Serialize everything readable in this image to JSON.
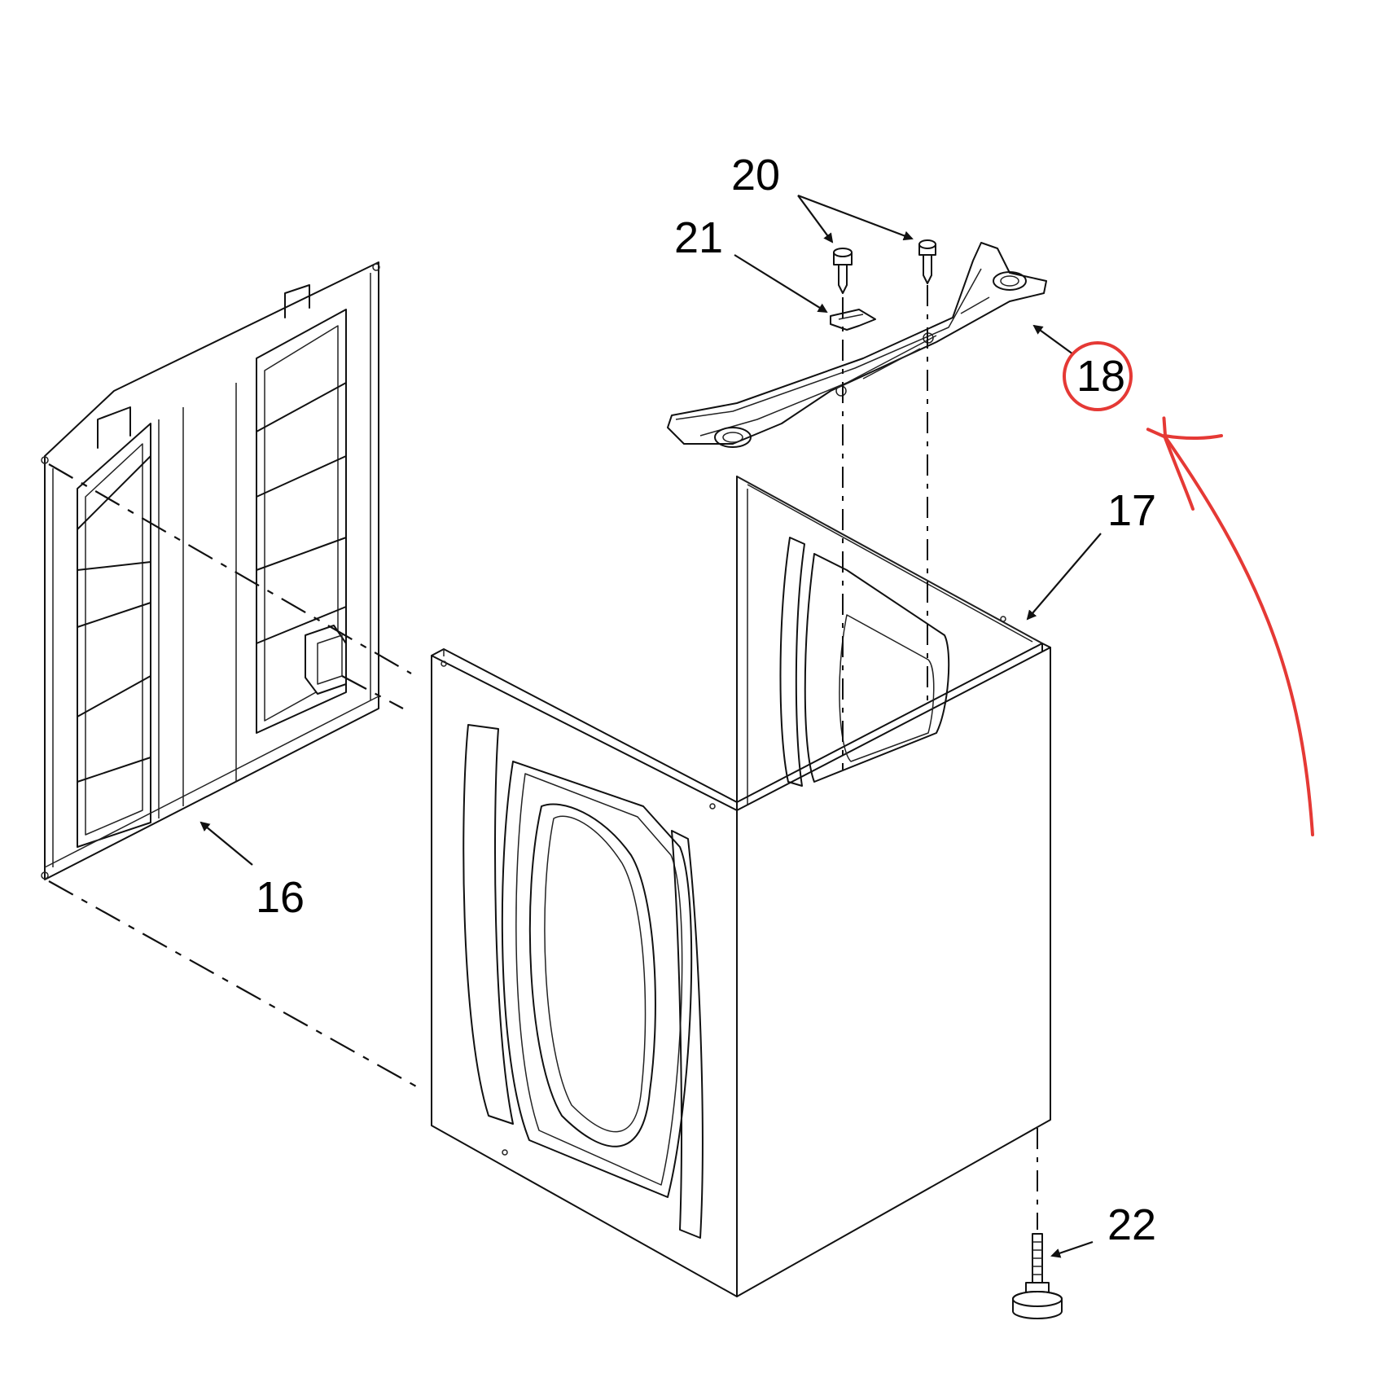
{
  "labels": {
    "p16": "16",
    "p17": "17",
    "p18": "18",
    "p20": "20",
    "p21": "21",
    "p22": "22"
  },
  "colors": {
    "line": "#111111",
    "highlight": "#e53935",
    "background": "#ffffff"
  }
}
